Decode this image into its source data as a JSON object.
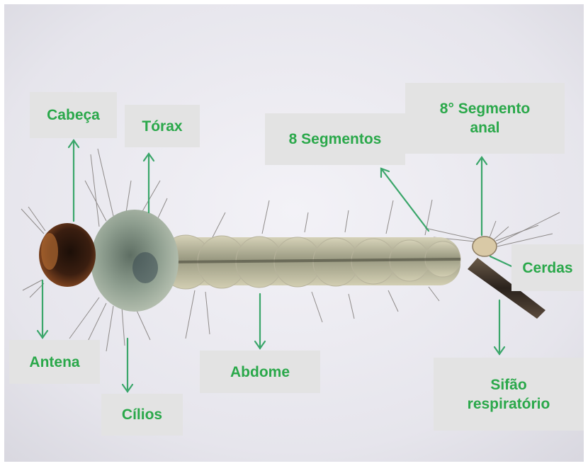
{
  "labels": {
    "cabeca": "Cabeça",
    "torax": "Tórax",
    "segmentos": "8 Segmentos",
    "segmento_anal": [
      "8° Segmento",
      "anal"
    ],
    "cerdas": "Cerdas",
    "antena": "Antena",
    "cilios": "Cílios",
    "abdome": "Abdome",
    "sifao": [
      "Sifão",
      "respiratório"
    ]
  },
  "colors": {
    "label_text": "#2aa84a",
    "arrow": "#3aa66a",
    "label_bg": "#e3e3e3",
    "background": "#e8e7ee"
  }
}
